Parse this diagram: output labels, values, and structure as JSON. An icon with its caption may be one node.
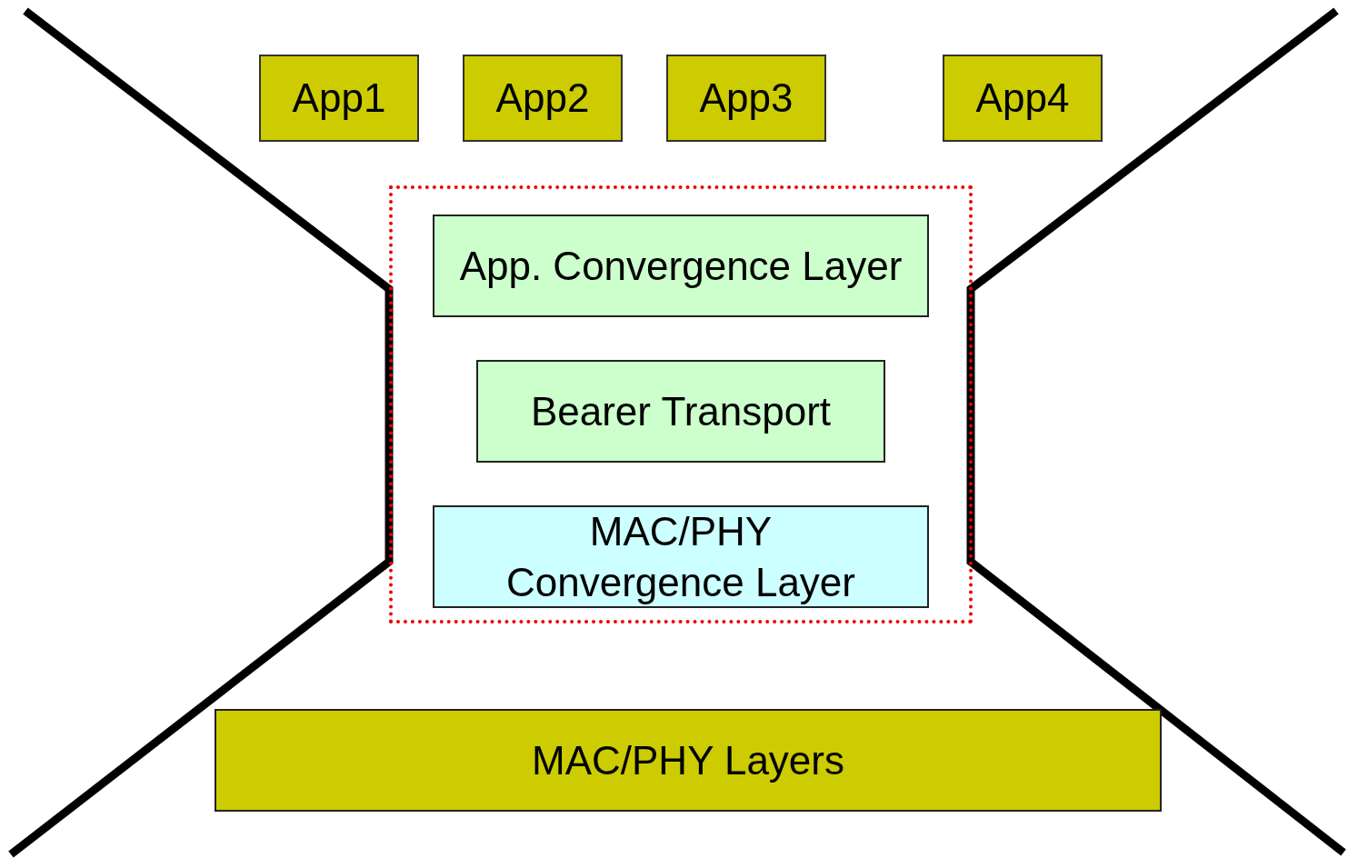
{
  "diagram": {
    "nodes": [
      {
        "text": [
          "App1"
        ]
      },
      {
        "text": [
          "App2"
        ]
      },
      {
        "text": [
          "App3"
        ]
      },
      {
        "text": [
          "App4"
        ]
      },
      {
        "text": [],
        "shape": "box"
      },
      {
        "text": [
          "App. Convergence Layer"
        ],
        "in": 4
      },
      {
        "text": [
          "Bearer Transport"
        ],
        "in": 4
      },
      {
        "text": [
          "MAC/PHY Convergence Layer"
        ],
        "in": 4
      },
      {
        "text": [
          "MAC/PHY Layers"
        ]
      }
    ]
  }
}
